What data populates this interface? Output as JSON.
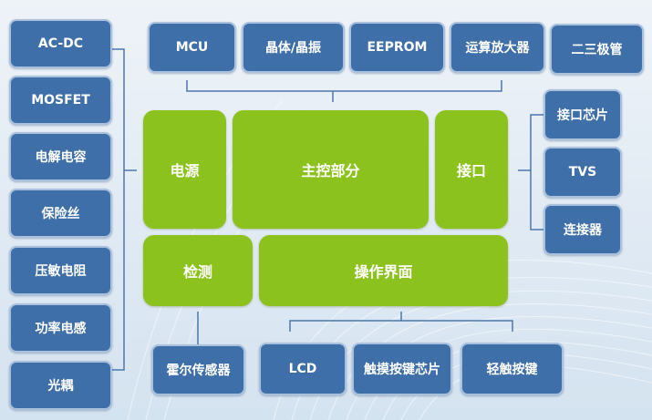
{
  "left_column": [
    "AC-DC",
    "MOSFET",
    "电解电容",
    "保险丝",
    "压敏电阻",
    "功率电感",
    "光耦"
  ],
  "top_row": [
    "MCU",
    "晶体/晶振",
    "EEPROM",
    "运算放大器",
    "二三极管"
  ],
  "right_column": [
    "接口芯片",
    "TVS",
    "连接器"
  ],
  "bottom_row": [
    "霍尔传感器",
    "LCD",
    "触摸按键芯片",
    "轻触按键"
  ],
  "center": {
    "power": "电源",
    "main_control": "主控部分",
    "interface": "接口",
    "detection": "检测",
    "ui": "操作界面"
  },
  "colors": {
    "component_box": "#3f6fa8",
    "module_box": "#8cc21e",
    "connector_line": "#4d77ad"
  }
}
